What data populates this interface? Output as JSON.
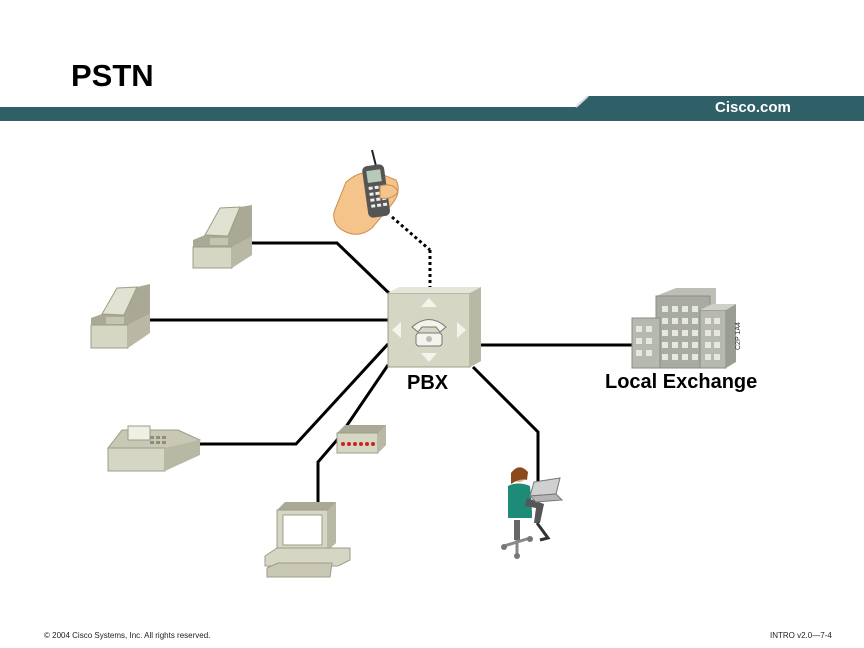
{
  "slide": {
    "title": "PSTN",
    "brand": "Cisco.com"
  },
  "diagram": {
    "pbx_label": "PBX",
    "exchange_label": "Local Exchange",
    "code_tag": "C2P 1A4"
  },
  "footer": {
    "copyright": "© 2004 Cisco Systems, Inc. All rights reserved.",
    "slide_ref": "INTRO v2.0—7-4"
  },
  "colors": {
    "banner": "#2f6068",
    "device_face": "#d6d6c4",
    "device_shade": "#a9a995",
    "building": "#a8aba2"
  }
}
